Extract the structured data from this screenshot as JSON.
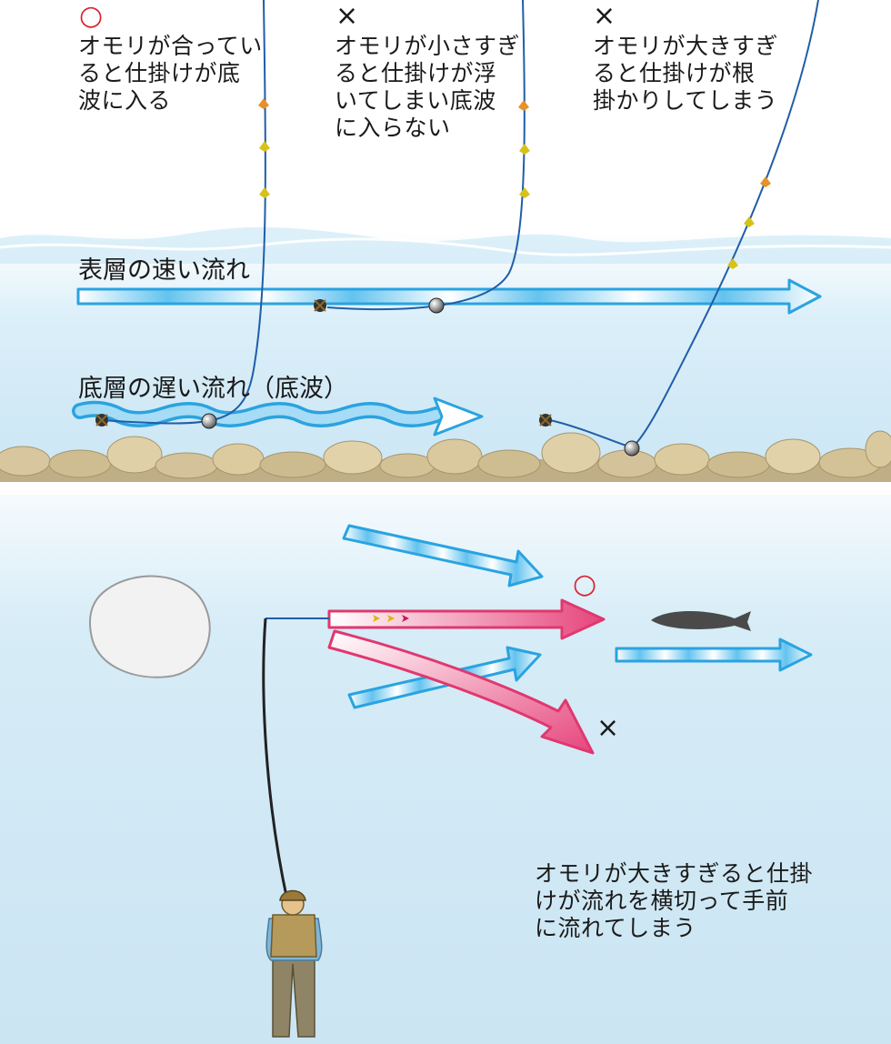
{
  "top": {
    "columns": [
      {
        "mark": "○",
        "verdict": "good",
        "text": "オモリが合ってい\nると仕掛けが底\n波に入る"
      },
      {
        "mark": "×",
        "verdict": "bad",
        "text": "オモリが小さすぎ\nると仕掛けが浮\nいてしまい底波\nに入らない"
      },
      {
        "mark": "×",
        "verdict": "bad",
        "text": "オモリが大きすぎ\nると仕掛けが根\n掛かりしてしまう"
      }
    ],
    "surface_flow_label": "表層の速い流れ",
    "bottom_flow_label": "底層の遅い流れ（底波）"
  },
  "bottom": {
    "good_mark": "○",
    "bad_mark": "×",
    "note": "オモリが大きすぎると仕掛\nけが流れを横切って手前\nに流れてしまう"
  },
  "colors": {
    "good_mark": "#d8242f",
    "water_top": "#d9eef8",
    "water_bottom": "#cfe8f5",
    "flow_blue": "#2aa3e0",
    "flow_pink": "#e0386e",
    "line": "#1f5ea8",
    "stone": "#d4c39a"
  },
  "icons": [
    "sinker-icon",
    "hook-icon",
    "fly-icon",
    "fish-icon",
    "angler-icon",
    "boulder-icon"
  ]
}
